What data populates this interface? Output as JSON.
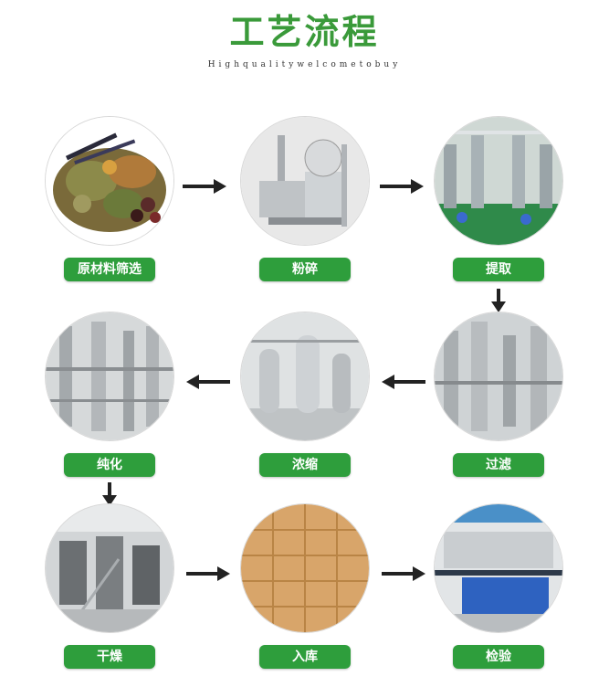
{
  "header": {
    "title": "工艺流程",
    "subtitle": "Highqualitywelcometobuy"
  },
  "steps": [
    {
      "label": "原材料筛选",
      "icon": "raw-herbs-image"
    },
    {
      "label": "粉碎",
      "icon": "grinder-machine-image"
    },
    {
      "label": "提取",
      "icon": "extraction-workshop-image"
    },
    {
      "label": "过滤",
      "icon": "filtration-equipment-image"
    },
    {
      "label": "浓缩",
      "icon": "concentration-equipment-image"
    },
    {
      "label": "纯化",
      "icon": "purification-equipment-image"
    },
    {
      "label": "干燥",
      "icon": "drying-plant-image"
    },
    {
      "label": "入库",
      "icon": "warehouse-boxes-image"
    },
    {
      "label": "检验",
      "icon": "laboratory-image"
    }
  ],
  "colors": {
    "title": "#3a9a3a",
    "label_bg": "#2e9e3c",
    "arrow": "#222222"
  }
}
